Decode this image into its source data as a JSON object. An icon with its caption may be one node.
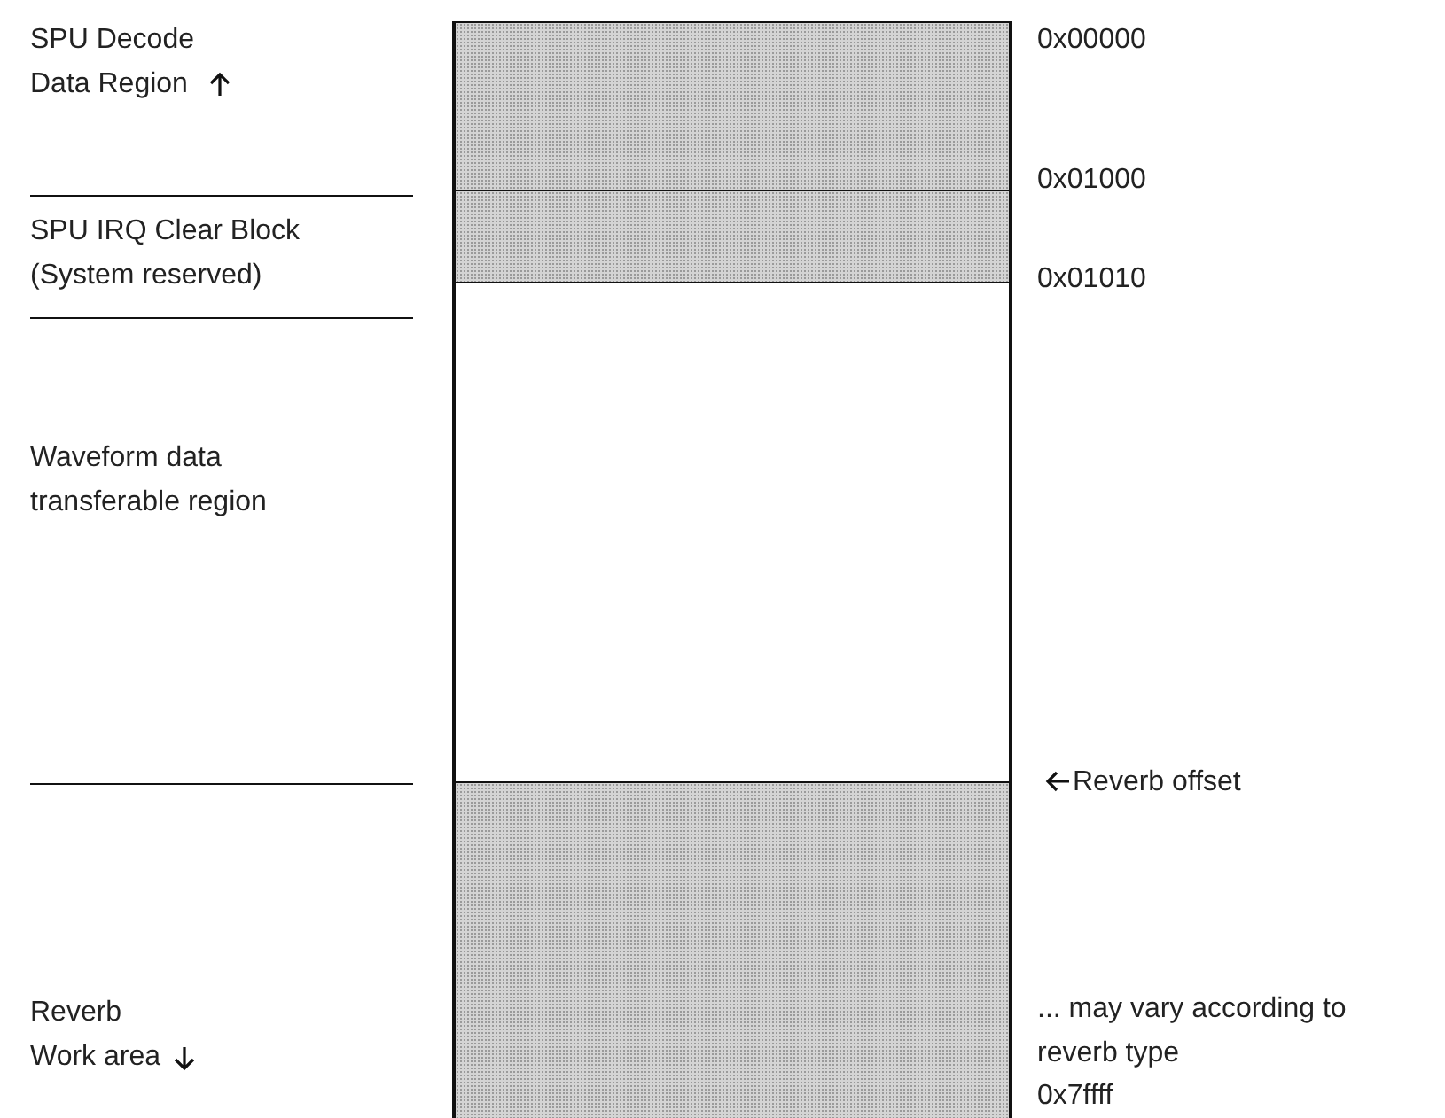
{
  "diagram": {
    "nodes": [
      {
        "text": [],
        "shape": "box"
      },
      {
        "text": [],
        "shape": "box"
      },
      {
        "text": [],
        "shape": "box"
      },
      {
        "text": [],
        "shape": "box"
      }
    ],
    "labels": [
      "SPU Decode Data Region",
      "0x00000",
      "0x01000",
      "SPU IRQ Clear Block (System reserved)",
      "0x01010",
      "Waveform data transferable region",
      "Reverb offset",
      "Reverb Work area",
      "... may vary according to reverb type",
      "0x7ffff"
    ]
  }
}
